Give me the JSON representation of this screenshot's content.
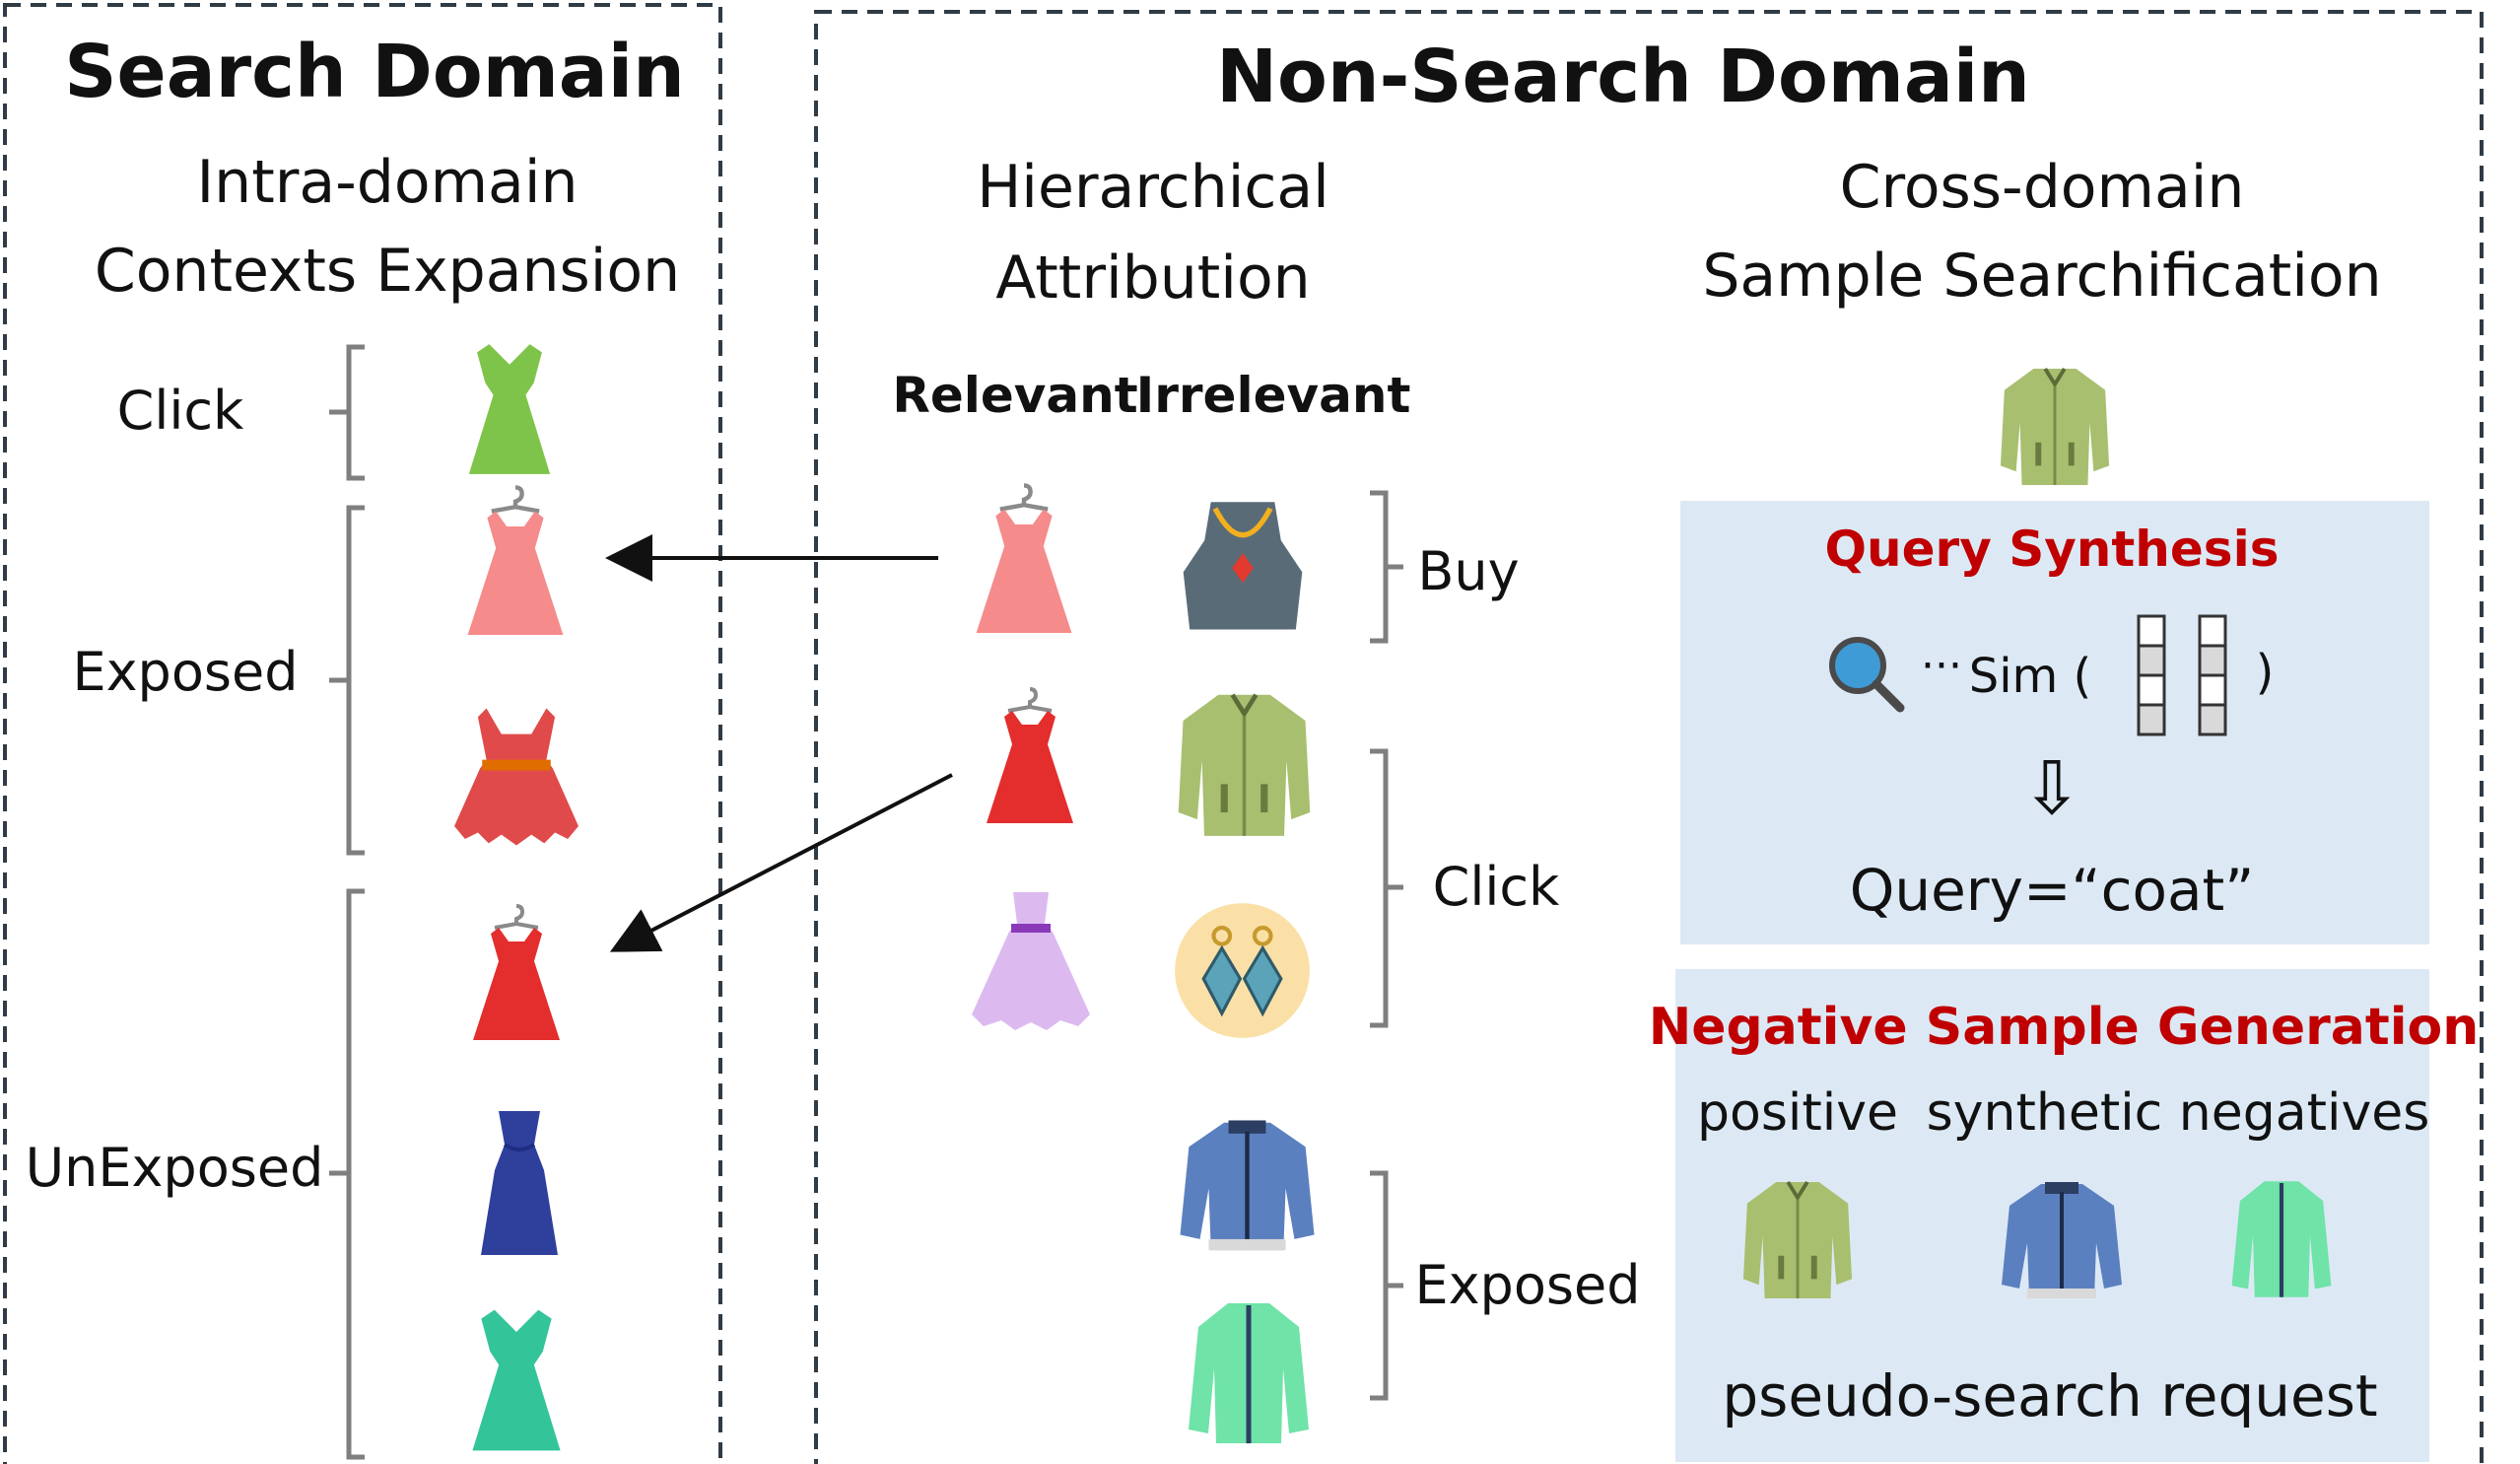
{
  "colors": {
    "accent_red": "#c00000",
    "panel_blue": "#dce9f5",
    "border_dash": "#2f3b45",
    "bracket_gray": "#7f7f7f"
  },
  "search_domain": {
    "title": "Search Domain",
    "subtitle_line1": "Intra-domain",
    "subtitle_line2": "Contexts Expansion",
    "labels": {
      "click": "Click",
      "exposed": "Exposed",
      "unexposed": "UnExposed"
    },
    "icons": {
      "click": [
        "green-dress-icon"
      ],
      "exposed": [
        "pink-dress-on-hanger-icon",
        "red-ruffled-dress-icon"
      ],
      "unexposed": [
        "red-wrap-dress-on-hanger-icon",
        "navy-gown-icon",
        "teal-dress-icon"
      ]
    }
  },
  "non_search_domain": {
    "title": "Non-Search Domain",
    "hierarchical": {
      "line1": "Hierarchical",
      "line2": "Attribution",
      "col_relevant": "Relevant",
      "col_irrelevant": "Irrelevant",
      "labels": {
        "buy": "Buy",
        "click": "Click",
        "exposed": "Exposed"
      },
      "icons": {
        "relevant": [
          "pink-dress-on-hanger-icon",
          "red-wrap-dress-on-hanger-icon",
          "lavender-ballgown-icon"
        ],
        "irrelevant": [
          "necklace-bust-icon",
          "olive-coat-icon",
          "earrings-icon",
          "denim-jacket-icon",
          "mint-jacket-icon"
        ]
      }
    },
    "cross_domain": {
      "line1": "Cross-domain",
      "line2": "Sample Searchification",
      "query_synthesis": {
        "title": "Query Synthesis",
        "ellipsis": "···",
        "sim_open": "Sim (",
        "sim_close": ")",
        "arrow": "⇩",
        "query": "Query=“coat”"
      },
      "negative_sample_generation": {
        "title": "Negative Sample Generation",
        "positive": "positive",
        "synthetic_negatives": "synthetic negatives",
        "footer": "pseudo-search request"
      }
    }
  }
}
